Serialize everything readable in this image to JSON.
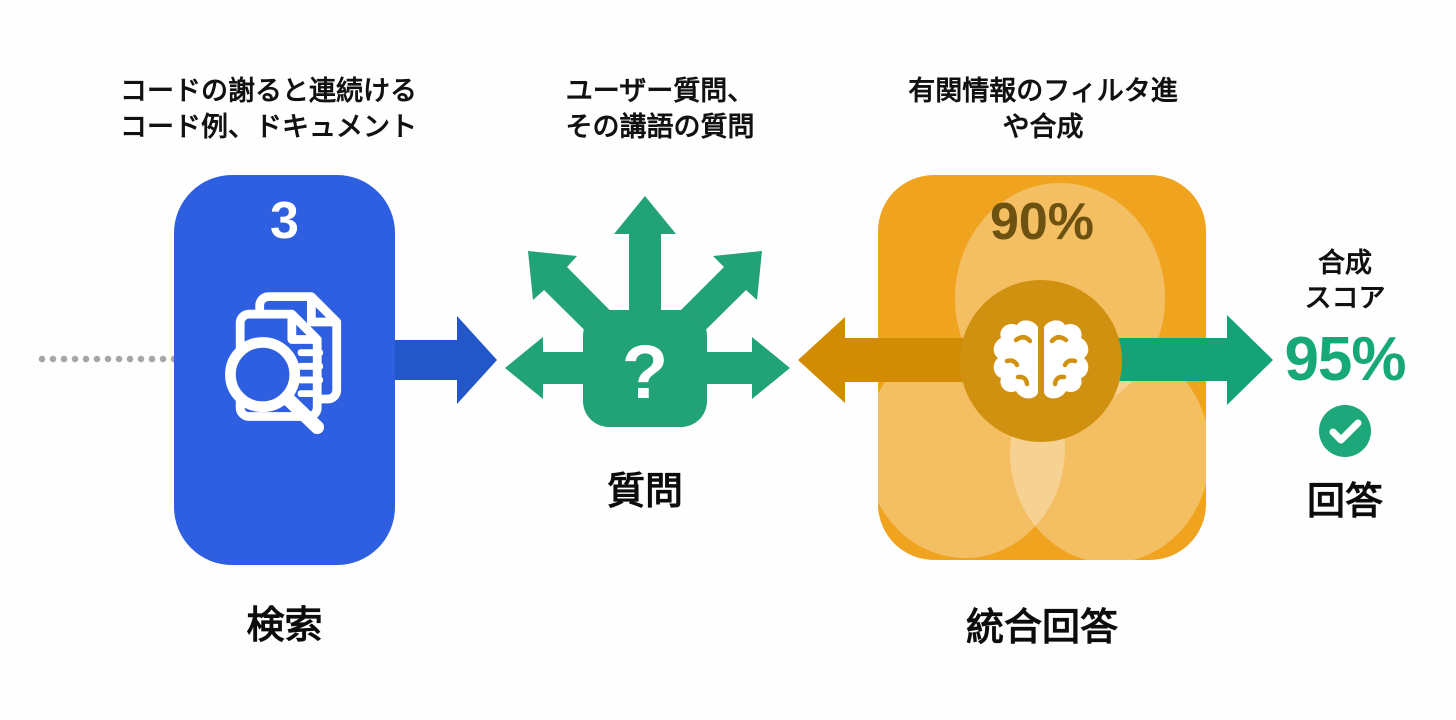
{
  "diagram_title": "RAG flow diagram",
  "captions": {
    "retrieval": {
      "line1": "コードの謝ると連続ける",
      "line2": "コード例、ドキュメント"
    },
    "question": {
      "line1": "ユーザー質問、",
      "line2": "その講語の質問"
    },
    "synthesis": {
      "line1": "有関情報のフィルタ進",
      "line2": "や合成"
    }
  },
  "retrieval": {
    "badge": "3",
    "label": "検索"
  },
  "question": {
    "glyph": "?",
    "label": "質問"
  },
  "synthesis": {
    "score": "90%",
    "label": "統合回答"
  },
  "result": {
    "note_line1": "合成",
    "note_line2": "スコア",
    "score": "95%",
    "label": "回答"
  },
  "icons": {
    "retrieval": "search-documents-icon",
    "question": "branching-arrows-icon",
    "synthesis": "brain-icon",
    "result": "check-icon",
    "connectors": [
      "dotted-connector",
      "flow-arrow-right-icon",
      "flow-arrow-left-icon",
      "flow-arrow-output-icon"
    ]
  },
  "colors": {
    "blue_box": "#2e5fe0",
    "blue_arrow": "#2356c8",
    "green": "#22a277",
    "green_arrow_out": "#14a377",
    "orange_box": "#f0a31f",
    "orange_arrow": "#d28c03",
    "brain_circle": "#d19110",
    "score90_text": "#6d5110",
    "score95_text": "#17a87a",
    "dot_gray": "#a6a6a6",
    "text": "#0d0d0d",
    "white": "#ffffff"
  }
}
